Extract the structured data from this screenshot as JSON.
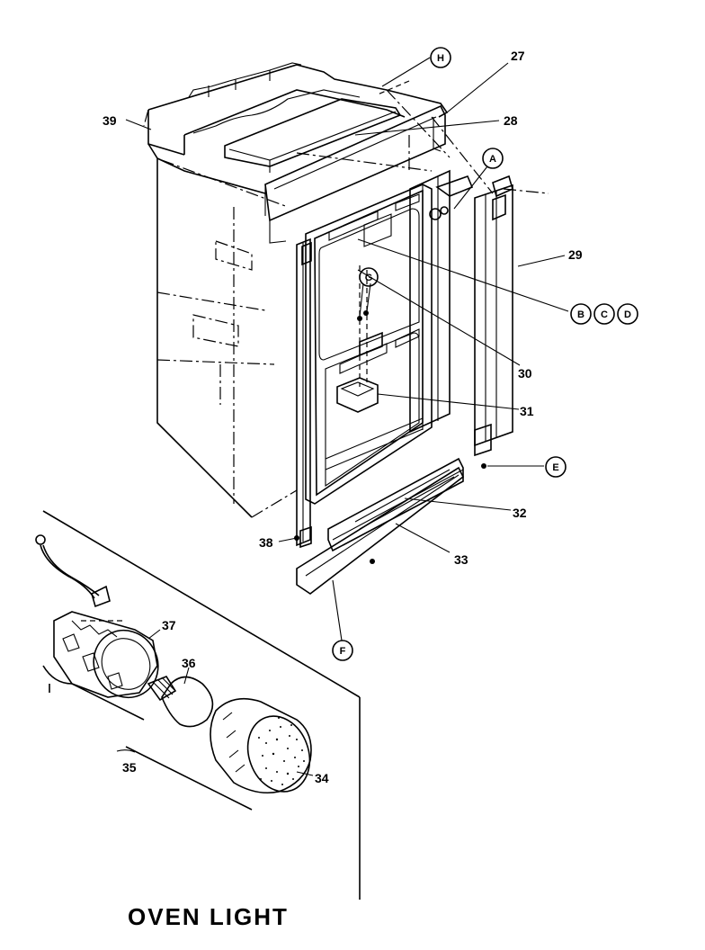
{
  "caption": "OVEN LIGHT",
  "part_labels": {
    "p27": "27",
    "p28": "28",
    "p29": "29",
    "p30": "30",
    "p31": "31",
    "p32": "32",
    "p33": "33",
    "p34": "34",
    "p35": "35",
    "p36": "36",
    "p37": "37",
    "p38": "38",
    "p39": "39"
  },
  "reference_letters": {
    "A": "A",
    "B": "B",
    "C": "C",
    "D": "D",
    "E": "E",
    "F": "F",
    "G": "G",
    "H": "H"
  }
}
